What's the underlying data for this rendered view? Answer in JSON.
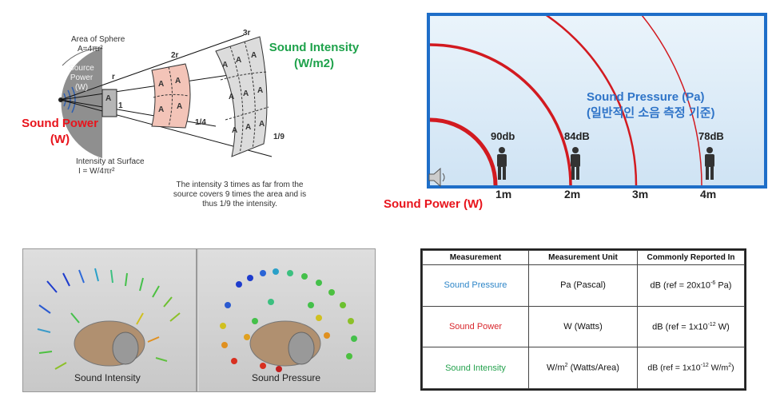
{
  "intensity_diagram": {
    "area_of_sphere_label": "Area of Sphere",
    "area_formula": "A=4πr²",
    "source_power_label": "Source Power (W)",
    "r_label": "r",
    "r2_label": "2r",
    "r3_label": "3r",
    "one_label": "1",
    "quarter_label": "1/4",
    "ninth_label": "1/9",
    "a_cell": "A",
    "surface_title": "Intensity at Surface",
    "surface_formula": "I = W/4πr²",
    "caption": "The intensity 3 times as far from the source covers 9 times the area and is thus 1/9 the intensity.",
    "sound_power": "Sound Power (W)",
    "sound_intensity": "Sound Intensity (W/m2)"
  },
  "pressure_diagram": {
    "title_line1": "Sound Pressure (Pa)",
    "title_line2": "(일반적인 소음 측정 기준)",
    "db_labels": [
      "90db",
      "84dB",
      "78dB"
    ],
    "distances": [
      "1m",
      "2m",
      "3m",
      "4m"
    ],
    "sound_power": "Sound Power (W)"
  },
  "simulation_images": {
    "left_caption": "Sound Intensity",
    "right_caption": "Sound Pressure"
  },
  "table": {
    "headers": [
      "Measurement",
      "Measurement Unit",
      "Commonly Reported In"
    ],
    "rows": [
      {
        "name": "Sound Pressure",
        "unit": "Pa (Pascal)",
        "reported_pre": "dB (ref = 20x10",
        "reported_exp": "-6",
        "reported_post": " Pa)",
        "color": "#2e86c8"
      },
      {
        "name": "Sound Power",
        "unit": "W (Watts)",
        "reported_pre": "dB (ref = 1x10",
        "reported_exp": "-12",
        "reported_post": " W)",
        "color": "#d8262c"
      },
      {
        "name": "Sound Intensity",
        "unit_pre": "W/m",
        "unit_exp": "2",
        "unit_post": " (Watts/Area)",
        "reported_pre": "dB (ref = 1x10",
        "reported_exp": "-12",
        "reported_post": " W/m",
        "reported_exp2": "2",
        "reported_end": ")",
        "color": "#25a24e"
      }
    ]
  },
  "colors": {
    "red": "#e8141c",
    "green": "#1ea24b",
    "blue": "#2f74c8",
    "frame_blue": "#1e6ec8",
    "wave_red": "#d21a20"
  }
}
